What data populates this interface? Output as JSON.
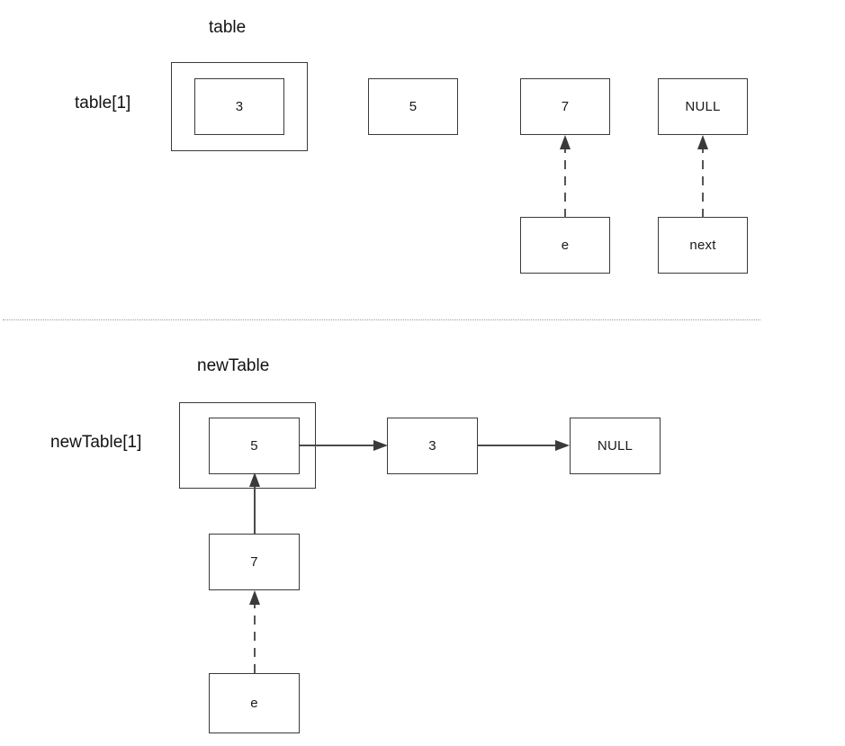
{
  "figure": {
    "title_top": "table",
    "title_bottom": "newTable",
    "background": "#ffffff",
    "stroke": "#3a3a3a",
    "arrow_solid_color": "#4a4a4a",
    "arrow_dashed_color": "#555555",
    "divider_color": "#9a9a9a"
  },
  "top_section": {
    "array_caption": "table",
    "bucket_label": "table[1]",
    "bucket_value": "3",
    "nodes": [
      {
        "id": "t-five",
        "label": "5"
      },
      {
        "id": "t-seven",
        "label": "7"
      },
      {
        "id": "t-null",
        "label": "NULL"
      }
    ],
    "pointers": [
      {
        "id": "t-e",
        "label": "e"
      },
      {
        "id": "t-next",
        "label": "next"
      }
    ],
    "pointer_edges": [
      {
        "from": "t-e",
        "to": "t-seven",
        "style": "dashed"
      },
      {
        "from": "t-next",
        "to": "t-null",
        "style": "dashed"
      }
    ]
  },
  "bottom_section": {
    "array_caption": "newTable",
    "bucket_label": "newTable[1]",
    "bucket_value": "5",
    "nodes": [
      {
        "id": "n-three",
        "label": "3"
      },
      {
        "id": "n-null",
        "label": "NULL"
      },
      {
        "id": "n-seven",
        "label": "7"
      }
    ],
    "pointers": [
      {
        "id": "n-e",
        "label": "e"
      }
    ],
    "chain_edges": [
      {
        "from": "n-five",
        "to": "n-three",
        "style": "solid"
      },
      {
        "from": "n-three",
        "to": "n-null",
        "style": "solid"
      }
    ],
    "pointer_edges": [
      {
        "from": "n-seven",
        "to": "n-five",
        "style": "solid"
      },
      {
        "from": "n-e",
        "to": "n-seven",
        "style": "dashed"
      }
    ]
  }
}
